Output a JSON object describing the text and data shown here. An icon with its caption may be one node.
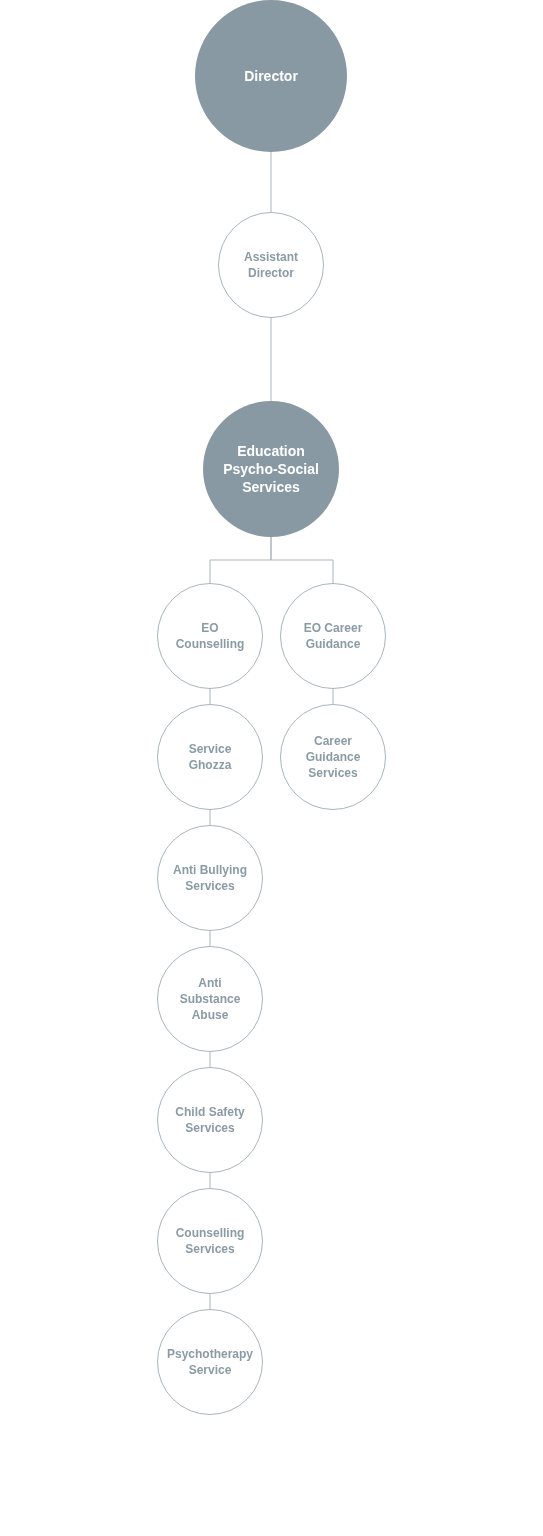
{
  "diagram": {
    "nodes": [
      {
        "text": [
          "Director"
        ]
      },
      {
        "text": [
          "Assistant Director"
        ]
      },
      {
        "text": [
          "Education Psycho-Social Services"
        ]
      },
      {
        "text": [
          "EO Counselling"
        ]
      },
      {
        "text": [
          "EO Career Guidance"
        ]
      },
      {
        "text": [
          "Service Ghozza"
        ]
      },
      {
        "text": [
          "Career Guidance Services"
        ]
      },
      {
        "text": [
          "Anti Bullying Services"
        ]
      },
      {
        "text": [
          "Anti Substance Abuse"
        ]
      },
      {
        "text": [
          "Child Safety Services"
        ]
      },
      {
        "text": [
          "Counselling Services"
        ]
      },
      {
        "text": [
          "Psychotherapy Service"
        ]
      }
    ],
    "edges": [
      {
        "from": 0,
        "to": 1,
        "arrow": "none"
      },
      {
        "from": 1,
        "to": 2,
        "arrow": "none"
      },
      {
        "from": 2,
        "to": 3,
        "arrow": "none"
      },
      {
        "from": 2,
        "to": 4,
        "arrow": "none"
      },
      {
        "from": 3,
        "to": 5,
        "arrow": "none"
      },
      {
        "from": 4,
        "to": 6,
        "arrow": "none"
      },
      {
        "from": 5,
        "to": 7,
        "arrow": "none"
      },
      {
        "from": 7,
        "to": 8,
        "arrow": "none"
      },
      {
        "from": 8,
        "to": 9,
        "arrow": "none"
      },
      {
        "from": 9,
        "to": 10,
        "arrow": "none"
      },
      {
        "from": 10,
        "to": 11,
        "arrow": "none"
      }
    ]
  }
}
